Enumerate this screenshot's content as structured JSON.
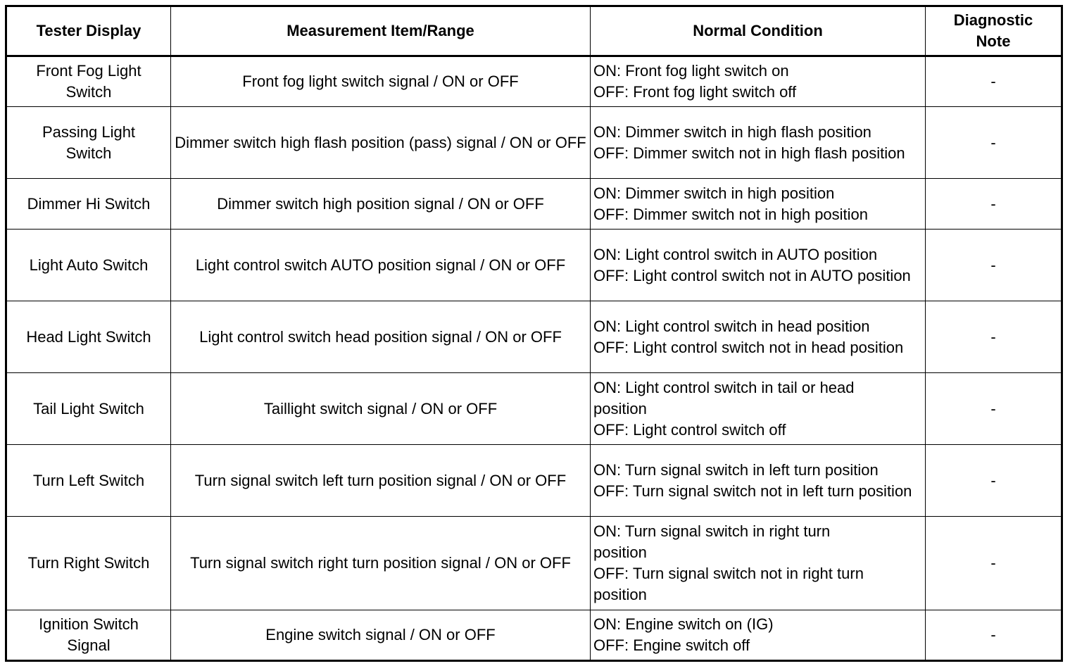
{
  "table": {
    "headers": {
      "tester_display": "Tester Display",
      "measurement": "Measurement Item/Range",
      "normal_condition": "Normal Condition",
      "diagnostic_note": "Diagnostic Note"
    },
    "rows": [
      {
        "tester_display": "Front Fog Light Switch",
        "measurement": "Front fog light switch signal / ON or OFF",
        "normal_on": "ON: Front fog light switch on",
        "normal_off": "OFF: Front fog light switch off",
        "note": "-"
      },
      {
        "tester_display": "Passing Light Switch",
        "measurement": "Dimmer switch high flash position (pass) signal / ON or OFF",
        "normal_on": "ON: Dimmer switch in high flash position",
        "normal_off": "OFF: Dimmer switch not in high flash position",
        "note": "-"
      },
      {
        "tester_display": "Dimmer Hi Switch",
        "measurement": "Dimmer switch high position signal / ON or OFF",
        "normal_on": "ON: Dimmer switch in high position",
        "normal_off": "OFF: Dimmer switch not in high position",
        "note": "-"
      },
      {
        "tester_display": "Light Auto Switch",
        "measurement": "Light control switch AUTO position signal / ON or OFF",
        "normal_on": "ON: Light control switch in AUTO position",
        "normal_off": "OFF: Light control switch not in AUTO position",
        "note": "-"
      },
      {
        "tester_display": "Head Light Switch",
        "measurement": "Light control switch head position signal / ON or OFF",
        "normal_on": "ON: Light control switch in head position",
        "normal_off": "OFF: Light control switch not in head position",
        "note": "-"
      },
      {
        "tester_display": "Tail Light Switch",
        "measurement": "Taillight switch signal / ON or OFF",
        "normal_on": "ON: Light control switch in tail or head position",
        "normal_off": "OFF: Light control switch off",
        "note": "-"
      },
      {
        "tester_display": "Turn Left Switch",
        "measurement": "Turn signal switch left turn position signal / ON or OFF",
        "normal_on": "ON: Turn signal switch in left turn position",
        "normal_off": "OFF: Turn signal switch not in left turn position",
        "note": "-"
      },
      {
        "tester_display": "Turn Right Switch",
        "measurement": "Turn signal switch right turn position signal / ON or OFF",
        "normal_on": "ON: Turn signal switch in right turn position",
        "normal_off": "OFF: Turn signal switch not in right turn position",
        "note": "-"
      },
      {
        "tester_display": "Ignition Switch Signal",
        "measurement": "Engine switch signal / ON or OFF",
        "normal_on": "ON: Engine switch on (IG)",
        "normal_off": "OFF: Engine switch off",
        "note": "-"
      }
    ]
  }
}
